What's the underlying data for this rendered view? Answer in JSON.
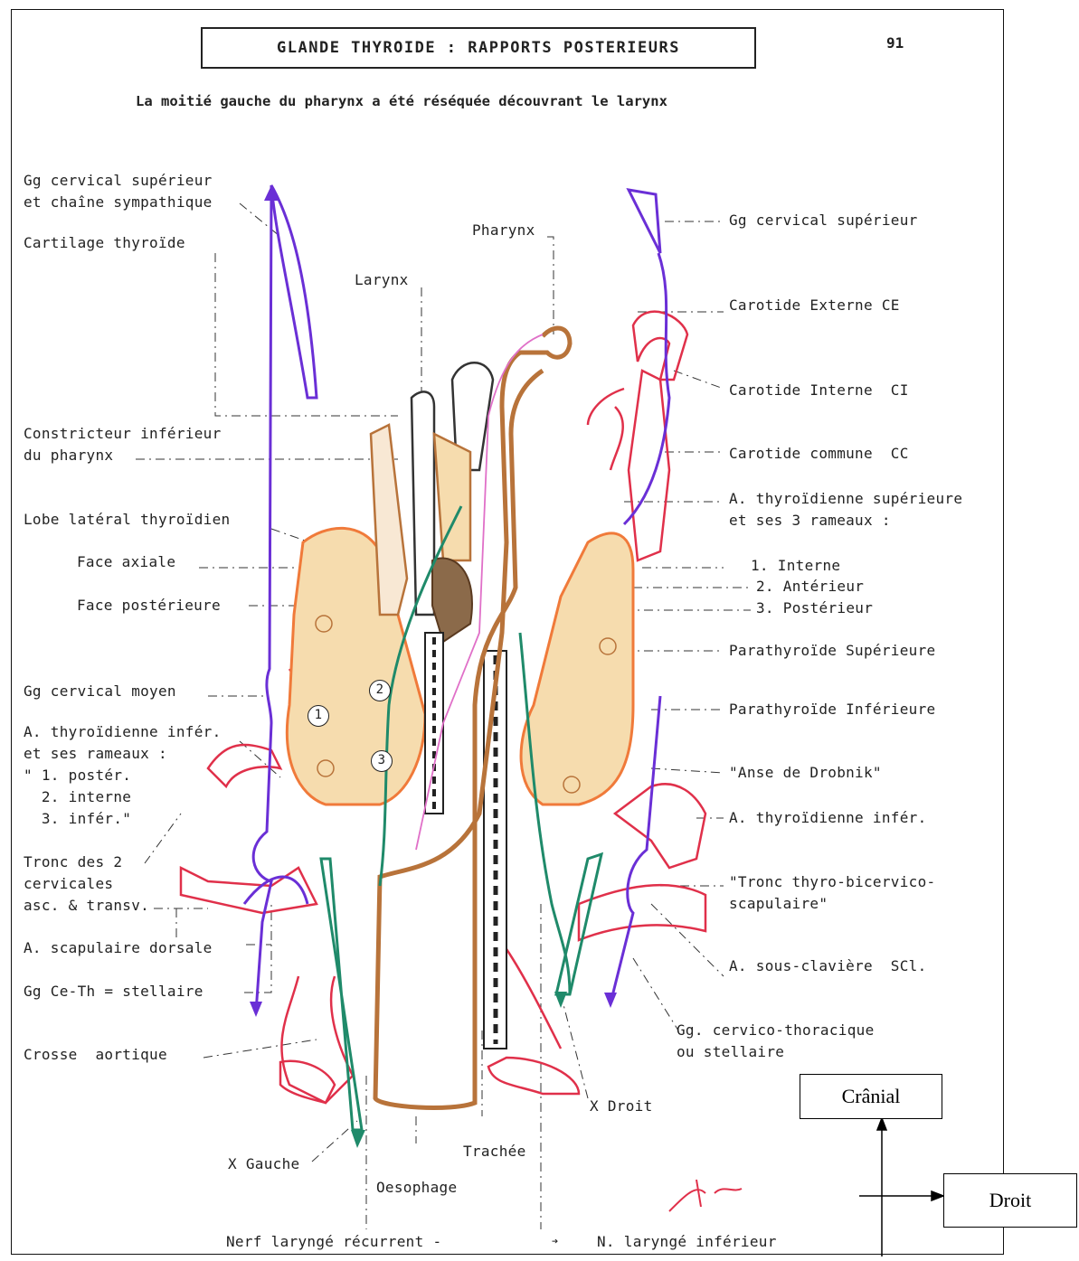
{
  "title": "GLANDE  THYROIDE : RAPPORTS  POSTERIEURS",
  "page_number": "91",
  "subtitle": "La moitié gauche du pharynx a été réséquée découvrant le larynx",
  "labels_left": {
    "gg_cervical_sup": "Gg cervical supérieur\net chaîne sympathique",
    "cartilage_thyroide": "Cartilage thyroïde",
    "larynx": "Larynx",
    "pharynx": "Pharynx",
    "constricteur": "Constricteur inférieur\ndu pharynx",
    "lobe_lateral": "Lobe latéral thyroïdien",
    "face_axiale": "Face axiale",
    "face_posterieure": "Face postérieure",
    "gg_cervical_moyen": "Gg cervical moyen",
    "a_thyro_infer": "A. thyroïdienne infér.\net ses rameaux :\n\" 1. postér.\n  2. interne\n  3. infér.\"",
    "tronc_cervicales": "Tronc des 2\ncervicales\nasc. & transv.",
    "a_scapulaire": "A. scapulaire dorsale",
    "gg_ce_th": "Gg Ce-Th = stellaire",
    "crosse_aortique": "Crosse  aortique",
    "x_gauche": "X Gauche",
    "oesophage": "Oesophage",
    "trachee": "Trachée",
    "x_droit": "X Droit",
    "nerf_recurrent": "Nerf laryngé récurrent -",
    "n_laryngee_inf": "N. laryngé inférieur"
  },
  "labels_right": {
    "gg_cervical_sup_r": "Gg cervical supérieur",
    "carotide_externe": "Carotide Externe CE",
    "carotide_interne": "Carotide Interne  CI",
    "carotide_commune": "Carotide commune  CC",
    "a_thyro_sup": "A. thyroïdienne supérieure\net ses 3 rameaux :",
    "r1": "1. Interne",
    "r2": "2. Antérieur",
    "r3": "3. Postérieur",
    "parathyroide_sup": "Parathyroïde Supérieure",
    "parathyroide_inf": "Parathyroïde Inférieure",
    "anse_drobnik": "\"Anse de Drobnik\"",
    "a_thyro_infer_r": "A. thyroïdienne infér.",
    "tronc_thyro": "\"Tronc thyro-bicervico-\nscapulaire\"",
    "a_sous_claviere": "A. sous-clavière  SCl.",
    "gg_cervico_thoracique": "Gg. cervico-thoracique\nou stellaire"
  },
  "markers": [
    "1",
    "2",
    "3"
  ],
  "orientation": {
    "cranial": "Crânial",
    "droit": "Droit"
  },
  "colors": {
    "artery": "#e0304a",
    "nerve_sympathetic": "#6a2fd6",
    "vagus": "#1f8a6a",
    "thyroid_outline": "#f07a3a",
    "thyroid_fill": "#f6dcae",
    "oesophagus": "#b8733a",
    "pharynx_mucosa": "#e070c8"
  }
}
